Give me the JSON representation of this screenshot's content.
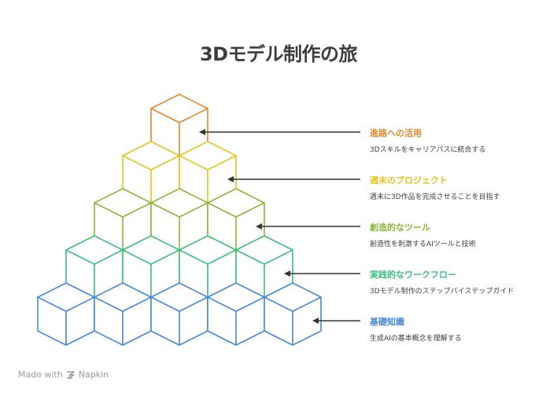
{
  "title": "3Dモデル制作の旅",
  "levels": [
    {
      "title": "進路への活用",
      "description": "3Dスキルをキャリアパスに統合する",
      "color": "#E08A2E"
    },
    {
      "title": "週末のプロジェクト",
      "description": "週末に3D作品を完成させることを目指す",
      "color": "#E3C320"
    },
    {
      "title": "創造的なツール",
      "description": "創造性を刺激するAIツールと技術",
      "color": "#8DB53A"
    },
    {
      "title": "実践的なワークフロー",
      "description": "3Dモデル制作のステップバイステップガイド",
      "color": "#3CBE7D"
    },
    {
      "title": "基礎知識",
      "description": "生成AIの基本概念を理解する",
      "color": "#4A86D8"
    }
  ],
  "footer": {
    "made_with": "Made with",
    "brand": "Napkin",
    "icon": "napkin-logo-icon"
  }
}
